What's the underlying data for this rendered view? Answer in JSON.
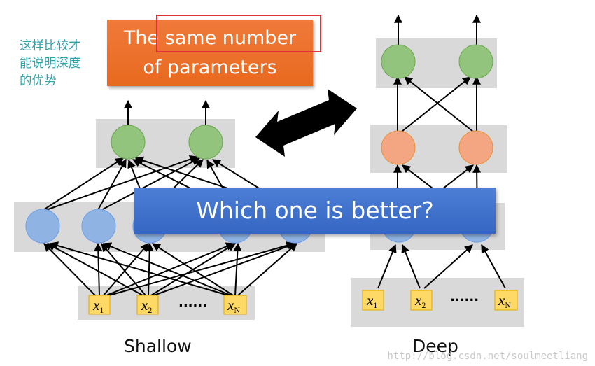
{
  "note_text": "这样比较才\n能说明深度\n的优势",
  "orange_box": {
    "line1_prefix": "The ",
    "line1_highlight": "same number",
    "line2": "of parameters"
  },
  "banner_text": "Which one is better?",
  "shallow": {
    "caption": "Shallow",
    "inputs": [
      [
        "x",
        "1"
      ],
      [
        "x",
        "2"
      ],
      [
        "x",
        "N"
      ]
    ],
    "ellipsis": "......"
  },
  "deep": {
    "caption": "Deep",
    "inputs": [
      [
        "x",
        "1"
      ],
      [
        "x",
        "2"
      ],
      [
        "x",
        "N"
      ]
    ],
    "ellipsis": "......"
  },
  "watermark": "http://blog.csdn.net/soulmeetliang",
  "colors": {
    "layer_bg": "#d9d9d9",
    "blue_node": "#8fb4e3",
    "green_node": "#93c47d",
    "orange_node": "#f4a582",
    "input_box": "#ffd966",
    "teal_text": "#2ea3a8",
    "orange_box": "#ec6f2d",
    "banner": "#3f72cc",
    "highlight": "#e0303a"
  }
}
